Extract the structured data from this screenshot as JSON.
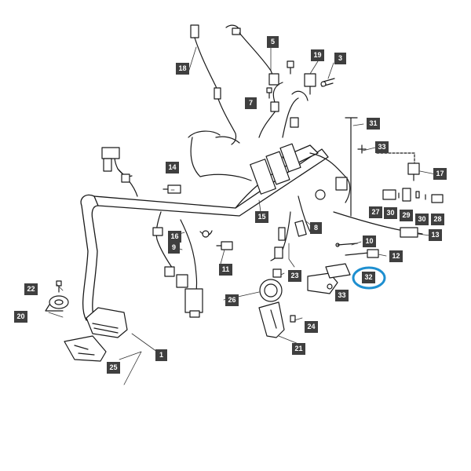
{
  "diagram": {
    "type": "exploded-parts-diagram",
    "subject": "wiring harness assembly",
    "highlight_color": "#1e8fd0",
    "label_bg": "#3f3f3f",
    "label_fg": "#ffffff",
    "highlighted_part": "32",
    "callouts": {
      "c1": "1",
      "c3": "3",
      "c5": "5",
      "c7": "7",
      "c8": "8",
      "c9": "9",
      "c10": "10",
      "c11": "11",
      "c12": "12",
      "c13": "13",
      "c14": "14",
      "c15": "15",
      "c16": "16",
      "c17": "17",
      "c18": "18",
      "c19": "19",
      "c20": "20",
      "c21": "21",
      "c22": "22",
      "c23": "23",
      "c24": "24",
      "c25": "25",
      "c26": "26",
      "c27": "27",
      "c28": "28",
      "c29": "29",
      "c30a": "30",
      "c30b": "30",
      "c31": "31",
      "c32": "32",
      "c33a": "33",
      "c33b": "33"
    }
  }
}
